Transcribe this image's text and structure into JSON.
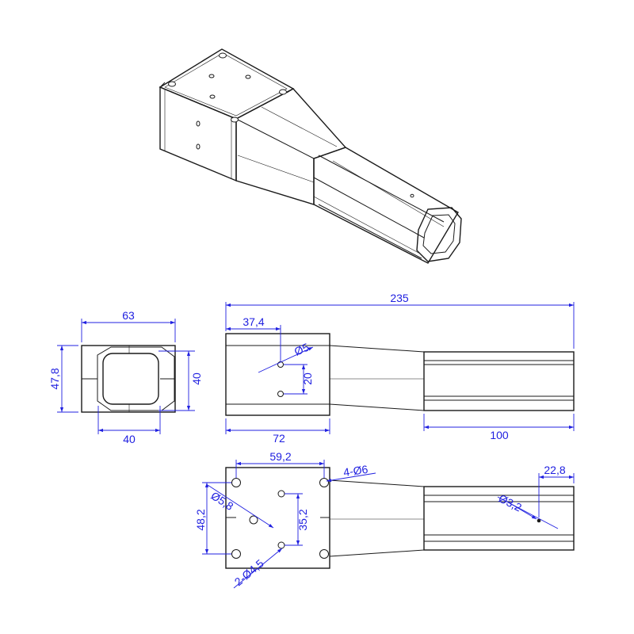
{
  "colors": {
    "dimension": "#2020e0",
    "part": "#1a1a1a",
    "background": "#ffffff"
  },
  "end_view": {
    "width": "63",
    "height": "47,8",
    "inner_width": "40",
    "inner_height": "40"
  },
  "side_view": {
    "total_length": "235",
    "hole_offset": "37,4",
    "hole_diameter": "Ø5",
    "hole_spacing": "20",
    "head_length": "72",
    "tube_length": "100"
  },
  "top_view": {
    "outer_hole_span": "59,2",
    "corner_holes": "4-Ø6",
    "center_hole": "Ø5,8",
    "plate_hole_span": "48,2",
    "inner_hole_span": "35,2",
    "inner_holes": "2-Ø4,5",
    "tube_hole": "Ø3,2",
    "tube_hole_offset": "22,8"
  }
}
